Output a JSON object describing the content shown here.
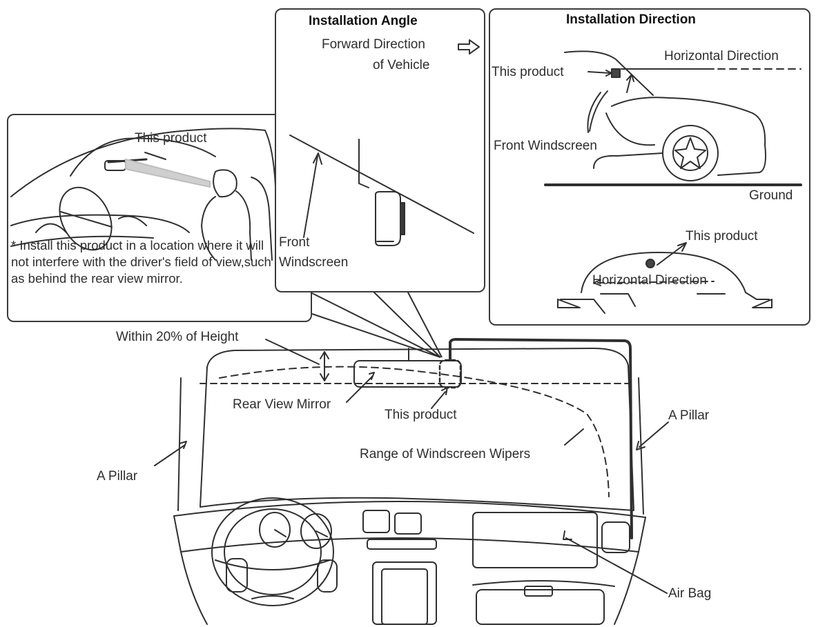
{
  "panels": {
    "cabin": {
      "product_label": "This product",
      "note_marker": "*",
      "note": "Install this product in a location where it will not interfere with the driver's field of view,such as behind the rear view mirror."
    },
    "angle": {
      "title": "Installation Angle",
      "forward_line1": "Forward Direction",
      "forward_line2": "of Vehicle",
      "arrow_icon": "outline-right-arrow-icon",
      "windscreen_line1": "Front",
      "windscreen_line2": "Windscreen"
    },
    "direction": {
      "title": "Installation Direction",
      "product_label_side": "This product",
      "horizontal_label_side": "Horizontal Direction",
      "windscreen_label": "Front Windscreen",
      "ground_label": "Ground",
      "product_label_rear": "This product",
      "horizontal_label_rear": "Horizontal Direction"
    }
  },
  "main": {
    "height_label": "Within 20% of Height",
    "mirror_label": "Rear View Mirror",
    "product_label": "This product",
    "pillar_left_label": "A Pillar",
    "pillar_right_label": "A Pillar",
    "wipers_label": "Range of Windscreen Wipers",
    "airbag_label": "Air Bag"
  },
  "colors": {
    "line": "#2f2f2f",
    "gray_beam": "#bdbdbd"
  }
}
